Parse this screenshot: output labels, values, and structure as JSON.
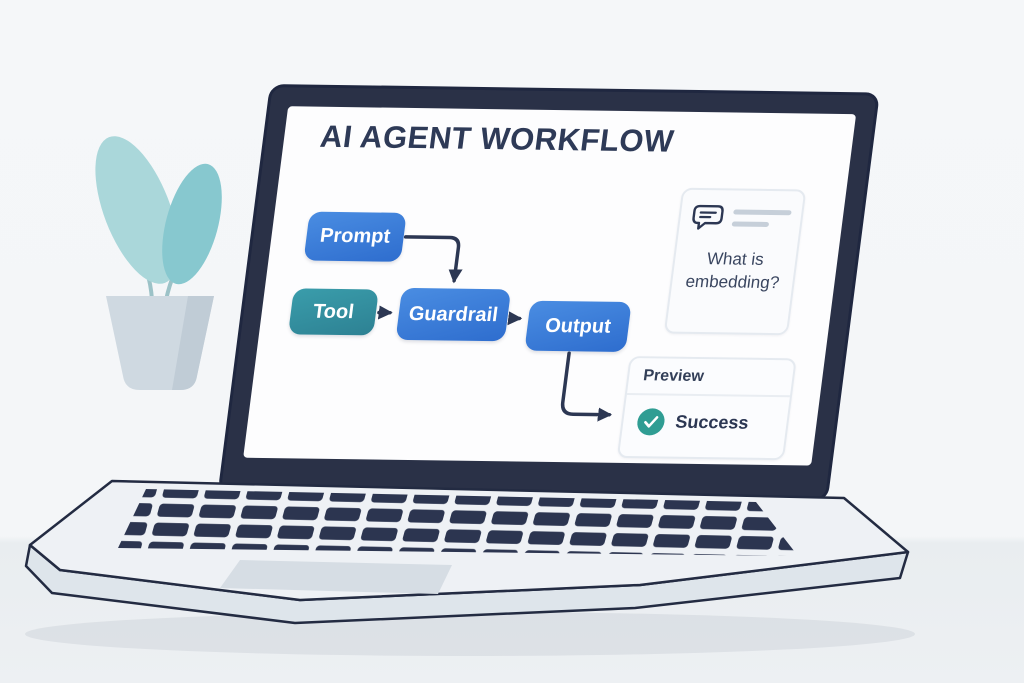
{
  "illustration": {
    "background_color": "#f5f7f9",
    "desk_color": "#eceff2",
    "plant_leaf_colors": [
      "#aad7da",
      "#87c8cf"
    ],
    "laptop_bezel_color": "#2a3147"
  },
  "laptop_screen": {
    "title": "AI AGENT WORKFLOW",
    "title_color": "#2e3a57",
    "workflow": {
      "nodes": [
        {
          "id": "prompt",
          "label": "Prompt",
          "color": "#3a7edb"
        },
        {
          "id": "tool",
          "label": "Tool",
          "color": "#339aa8"
        },
        {
          "id": "guardrail",
          "label": "Guardrail",
          "color": "#3a7edb"
        },
        {
          "id": "output",
          "label": "Output",
          "color": "#3a7edb"
        }
      ],
      "edges": [
        {
          "from": "prompt",
          "to": "guardrail"
        },
        {
          "from": "tool",
          "to": "guardrail"
        },
        {
          "from": "guardrail",
          "to": "output"
        },
        {
          "from": "output",
          "to": "preview-card"
        }
      ],
      "arrow_color": "#2c3753"
    },
    "question_card": {
      "icon": "chat-bubble-icon",
      "text": "What is embedding?"
    },
    "preview_card": {
      "header": "Preview",
      "status": "Success",
      "status_icon": "check-icon",
      "status_color": "#2f9d93"
    }
  }
}
